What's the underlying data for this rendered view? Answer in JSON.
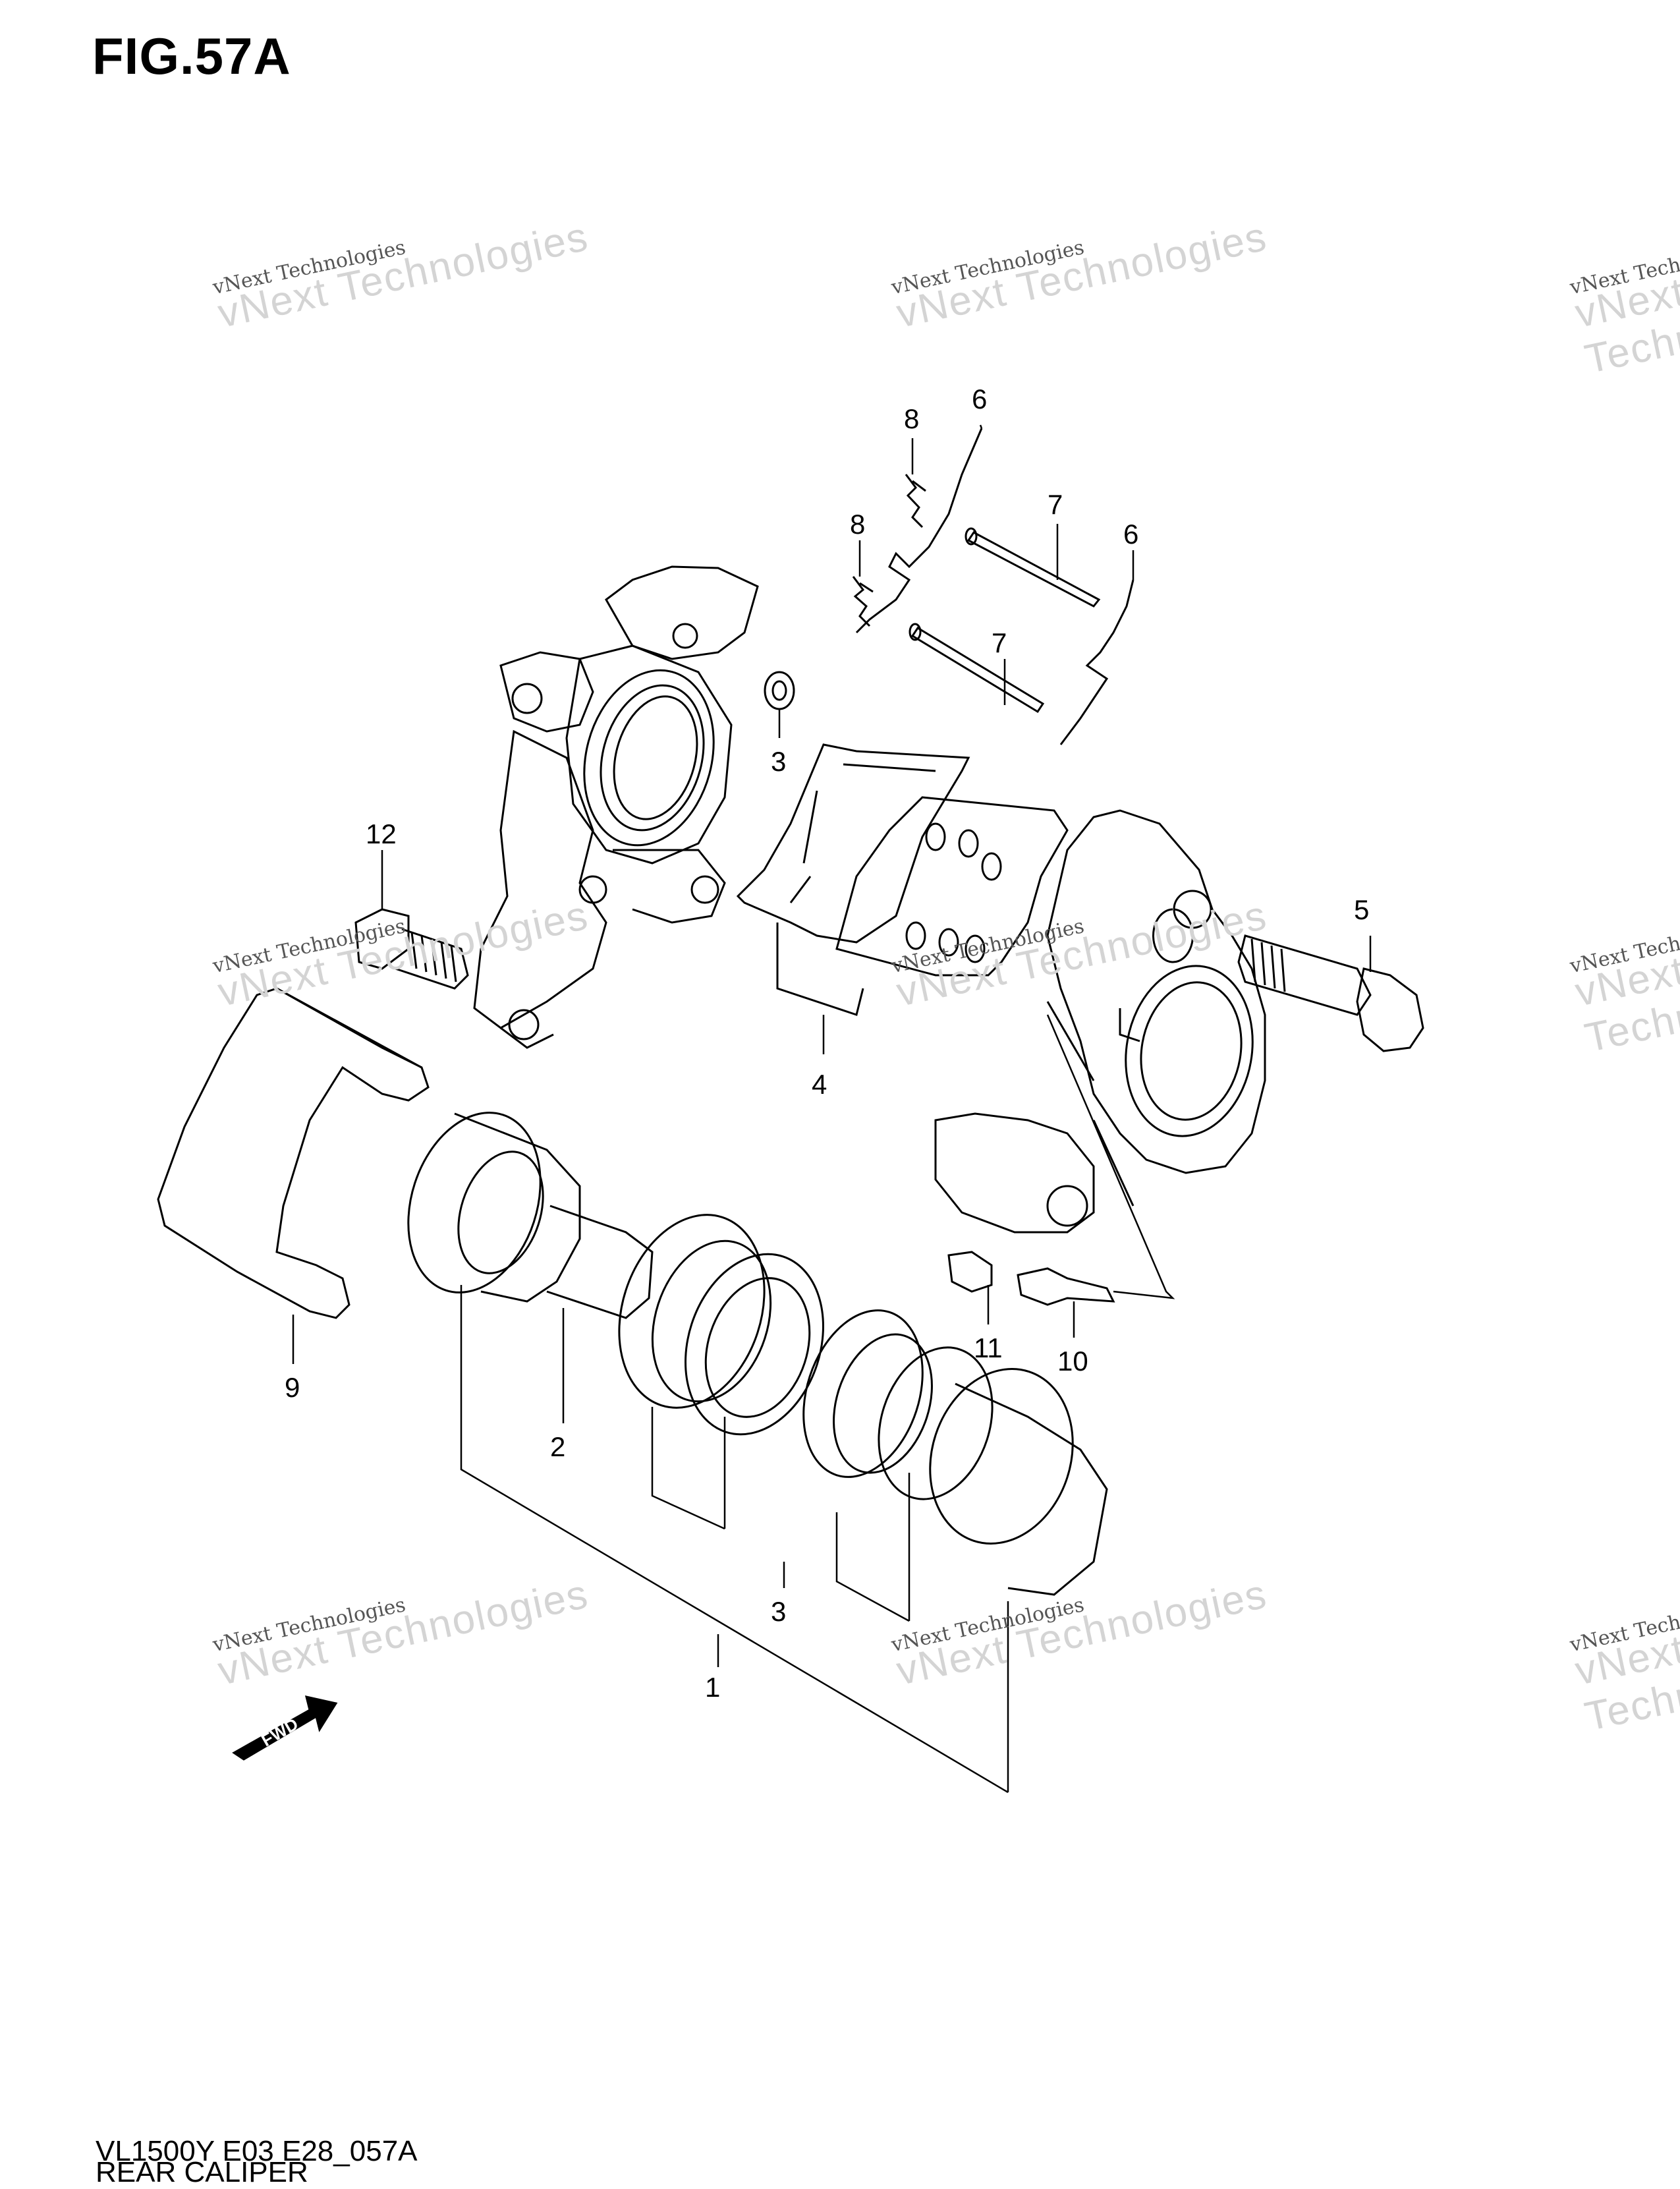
{
  "figure": {
    "title": "FIG.57A"
  },
  "footer": {
    "model_code": "VL1500Y E03 E28_057A",
    "section_name": "REAR CALIPER"
  },
  "watermark": {
    "line1": "vNext Technologies",
    "line2": "vNext Technologies"
  },
  "fwd_mark": "FWD",
  "callouts": [
    "1",
    "2",
    "3",
    "3",
    "4",
    "5",
    "6",
    "6",
    "7",
    "7",
    "8",
    "8",
    "9",
    "10",
    "11",
    "12"
  ]
}
